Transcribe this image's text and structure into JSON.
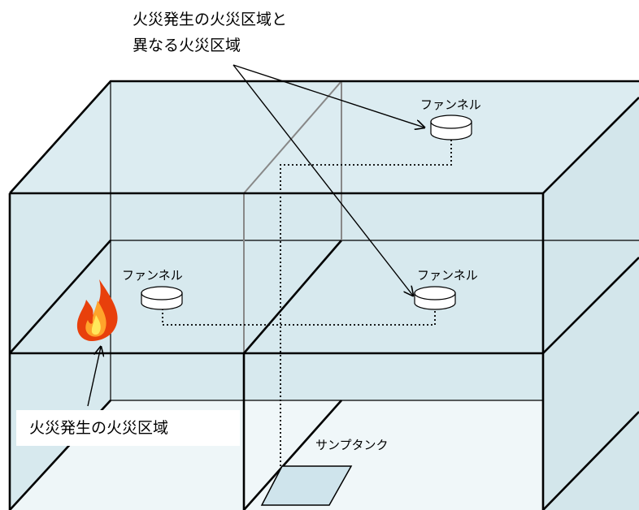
{
  "labels": {
    "other_area_line1": "火災発生の火災区域と",
    "other_area_line2": "異なる火災区域",
    "fire_area": "火災発生の火災区域",
    "funnel_top": "ファンネル",
    "funnel_left": "ファンネル",
    "funnel_right": "ファンネル",
    "sump_tank": "サンプタンク"
  },
  "colors": {
    "upper_wall": "#dcecf1",
    "lower_wall": "#d3e7ec",
    "floor_light": "#eef6f8",
    "edge": "#000000",
    "flame_outer": "#e8400c",
    "flame_inner": "#ffd23a"
  },
  "icons": [
    "fire-icon",
    "funnel-icon",
    "sump-tank-icon",
    "arrow-icon"
  ]
}
